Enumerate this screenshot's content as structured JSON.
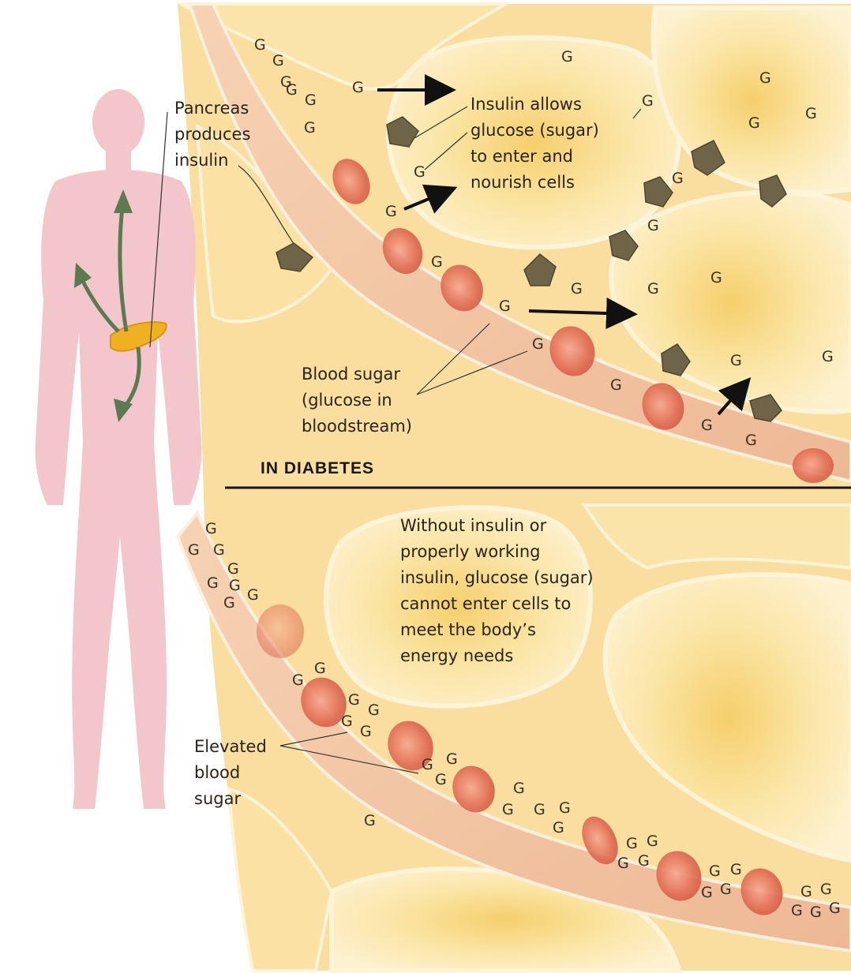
{
  "labels": {
    "pancreas": "Pancreas\nproduces\ninsulin",
    "insulin_allows": "Insulin allows\nglucose (sugar)\nto enter and\nnourish cells",
    "blood_sugar": "Blood sugar\n(glucose in\nbloodstream)",
    "in_diabetes": "IN DIABETES",
    "without_insulin": "Without insulin or\nproperly working\ninsulin, glucose (sugar)\ncannot enter cells to\nmeet the body’s\nenergy needs",
    "elevated": "Elevated\nblood\nsugar"
  },
  "glucose_symbol": "G",
  "colors": {
    "body_silhouette": "#f2c6cb",
    "pancreas": "#f0b020",
    "arrow_green": "#5b7a52",
    "cell_fill": "#fbe7ad",
    "cell_center": "#f7d57c",
    "vessel": "#f1c6a0",
    "red_cell": "#e4705a",
    "insulin_shape": "#6f6448",
    "divider": "#111111"
  }
}
